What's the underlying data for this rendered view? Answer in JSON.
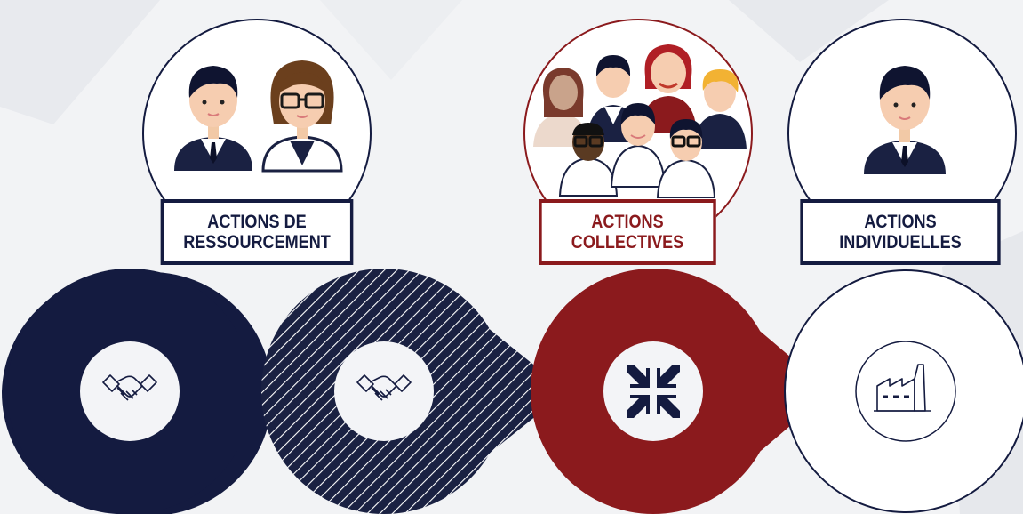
{
  "labels": {
    "ressourcement": {
      "line1": "ACTIONS DE",
      "line2": "RESSOURCEMENT"
    },
    "collectives": {
      "line1": "ACTIONS",
      "line2": "COLLECTIVES"
    },
    "individuelles": {
      "line1": "ACTIONS",
      "line2": "INDIVIDUELLES"
    }
  },
  "steps": [
    {
      "icon": "handshake-icon",
      "fill": "navy-solid"
    },
    {
      "icon": "handshake-icon",
      "fill": "navy-hatched"
    },
    {
      "icon": "compress-arrows-icon",
      "fill": "dark-red"
    },
    {
      "icon": "factory-icon",
      "fill": "white-outline"
    }
  ],
  "colors": {
    "navy": "#141b40",
    "red": "#8b1a1d",
    "white": "#ffffff",
    "background": "#f2f3f5"
  }
}
